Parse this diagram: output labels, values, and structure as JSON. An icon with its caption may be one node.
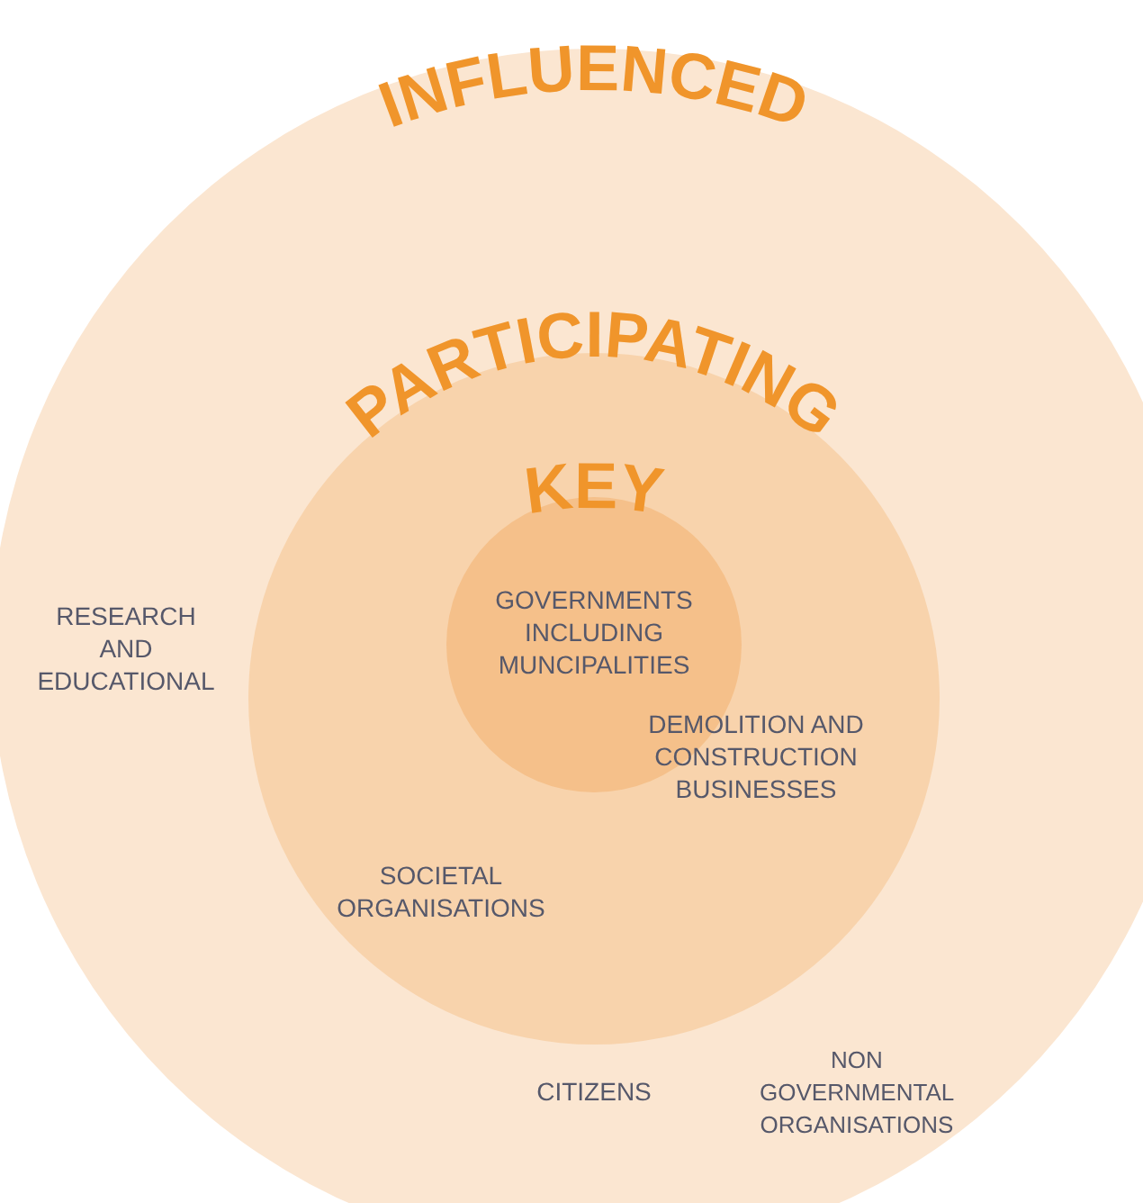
{
  "diagram": {
    "nodes": [
      {
        "text": [
          "INFLUENCED",
          "RESEARCH AND EDUCATIONAL",
          "NON GOVERNMENTAL ORGANISATIONS",
          "CITIZENS"
        ]
      },
      {
        "text": [
          "PARTICIPATING",
          "DEMOLITION AND CONSTRUCTION BUSINESSES",
          "SOCIETAL ORGANISATIONS"
        ],
        "in": 0
      },
      {
        "text": [
          "KEY",
          "GOVERNMENTS INCLUDING MUNCIPALITIES"
        ],
        "in": 1
      }
    ]
  }
}
